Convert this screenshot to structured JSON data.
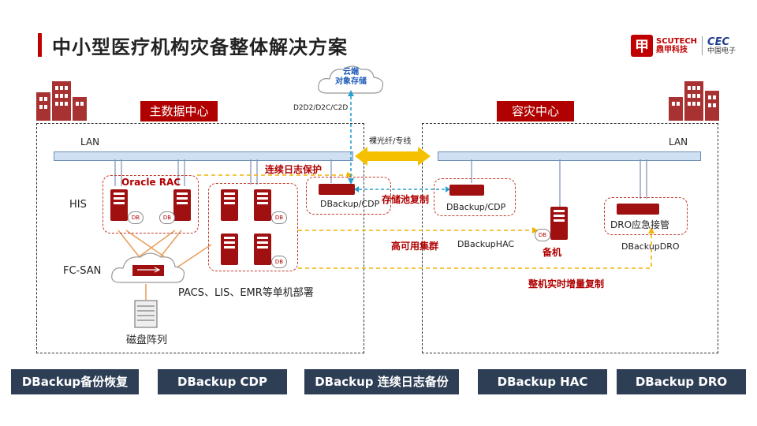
{
  "header": {
    "title": "中小型医疗机构灾备整体解决方案",
    "logo_scutech_en": "SCUTECH",
    "logo_scutech_cn": "鼎甲科技",
    "logo_cec_en": "CEC",
    "logo_cec_cn": "中国电子",
    "logo_mark": "甲"
  },
  "cloud": {
    "label_line1": "云端",
    "label_line2": "对象存储"
  },
  "zones": {
    "main": "主数据中心",
    "dr": "容灾中心"
  },
  "labels": {
    "d2d": "D2D2/D2C/C2D",
    "link": "裸光纤/专线",
    "lan_left": "LAN",
    "lan_right": "LAN",
    "oracle_rac": "Oracle RAC",
    "his": "HIS",
    "fc_san": "FC-SAN",
    "disk_array": "磁盘阵列",
    "pacs": "PACS、LIS、EMR等单机部署",
    "continuous_log": "连续日志保护",
    "cdp_left": "DBackup/CDP",
    "cdp_right": "DBackup/CDP",
    "pool_copy": "存储池复制",
    "ha_cluster": "高可用集群",
    "hac": "DBackupHAC",
    "standby": "备机",
    "dro_takeover": "DRO应急接管",
    "dro": "DBackupDRO",
    "realtime_copy": "整机实时增量复制",
    "db": "DB"
  },
  "buttons": [
    "DBackup备份恢复",
    "DBackup CDP",
    "DBackup 连续日志备份",
    "DBackup HAC",
    "DBackup DRO"
  ],
  "colors": {
    "accent": "#c00000",
    "button_bg": "#2d3e55",
    "lan": "#cfe0f3",
    "dashed_orange": "#f0b400",
    "dashed_blue": "#2aa0d0"
  }
}
